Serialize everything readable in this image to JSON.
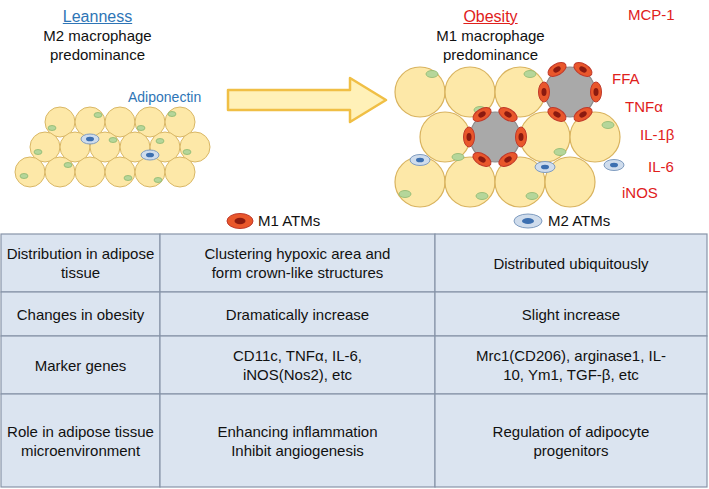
{
  "diagram": {
    "nodes": [
      {
        "text": [
          "Leanness",
          "M2 macrophage predominance"
        ]
      },
      {
        "text": [
          "Obesity",
          "M1 macrophage predominance"
        ]
      }
    ],
    "edges": [
      {
        "from": 0,
        "to": 1,
        "arrow": "to"
      }
    ],
    "labels": [
      "Adiponectin",
      "MCP-1",
      "FFA",
      "TNFα",
      "IL-1β",
      "IL-6",
      "iNOS",
      "Distribution in adipose tissue",
      "Clustering hypoxic area and form crown-like structures",
      "Distributed ubiquitously",
      "Changes in obesity",
      "Dramatically increase",
      "Slight increase",
      "Marker genes",
      "CD11c, TNFα, IL-6, iNOS(Nos2), etc",
      "Mrc1(CD206), arginase1, IL-10, Ym1, TGF-β, etc",
      "Role in adipose tissue microenvironment",
      "Enhancing inflammation Inhibit angiogenesis",
      "Regulation of adipocyte progenitors"
    ],
    "legend": [
      {
        "text": "M1 ATMs"
      },
      {
        "text": "M2 ATMs"
      }
    ]
  }
}
